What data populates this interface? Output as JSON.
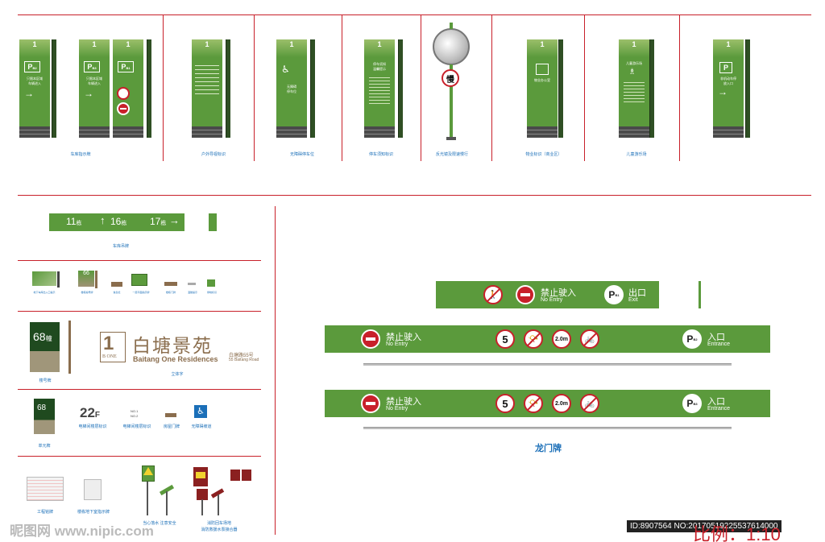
{
  "top_row": {
    "captions": [
      "车库指示牌",
      "户外导视标识",
      "无障碍停车位",
      "停车须知标识",
      "反光镜及限速慢行",
      "物业标识（商业区）",
      "儿童游乐场"
    ],
    "tower_number": "1",
    "p1": {
      "tag": "P",
      "sub": "B2",
      "line1": "只限本区域",
      "line2": "车辆进入"
    },
    "p2": {
      "tag": "P",
      "sub": "B3",
      "line1": "只限本区域",
      "line2": "车辆进入"
    },
    "p3": {
      "tag": "P",
      "sub": "B1"
    },
    "slow": "慢",
    "accessible_line1": "无障碍",
    "accessible_line2": "停车位",
    "notice_title": "停车须知",
    "notice_sub": "温馨提示",
    "property_label": "物业办公室",
    "kids_label": "儿童游乐场",
    "parking_label1": "非机动车停",
    "parking_label2": "放入口"
  },
  "floor_strip": {
    "items": [
      {
        "num": "11",
        "unit": "栋"
      },
      {
        "num": "16",
        "unit": "栋"
      },
      {
        "num": "17",
        "unit": "栋"
      }
    ],
    "caption": "车库吊牌"
  },
  "building": {
    "number": "68",
    "unit": "幢",
    "caption": "楼号牌",
    "unit_number": "68",
    "unit_caption": "单元牌"
  },
  "brand": {
    "chinese": "白塘景苑",
    "english": "Baitang One Residences",
    "address_cn": "白塘路55号",
    "address_en": "55 Baitang Road",
    "logo_letters": "B ONE",
    "caption": "立体字"
  },
  "floor_signs": {
    "floor": "22",
    "floor_unit": "F",
    "floor_caption": "电梯间楼层标识",
    "no_caption": "电梯间楼层标识",
    "no1": "NO.1",
    "no2": "NO.2",
    "door_caption": "房屋门牌",
    "access_caption": "无障碍坡道"
  },
  "bottom_left": {
    "board_caption": "工程铭牌",
    "plan_caption": "楼栋地下室指示牌",
    "warn_caption1": "当心落水 注意安全",
    "fire_caption1": "消防回车场地",
    "fire_caption2": "消防救援水泵接合器"
  },
  "small_signs_row": {
    "captions": [
      "地下车库出入口提示",
      "楼栋编号牌",
      "信息栏",
      "一层平面指示牌",
      "楼栋门牌",
      "温馨提示",
      "绿地标识"
    ],
    "tower_number": "66"
  },
  "gantry": {
    "top": {
      "no_entry": "禁止驶入",
      "no_entry_en": "No Entry",
      "p_sub": "B1",
      "exit_cn": "出口",
      "exit_en": "Exit"
    },
    "mid": {
      "no_entry": "禁止驶入",
      "no_entry_en": "No Entry",
      "speed": "5",
      "height": "2.0m",
      "p_sub": "B2",
      "entry_cn": "入口",
      "entry_en": "Entrance"
    },
    "low": {
      "no_entry": "禁止驶入",
      "no_entry_en": "No Entry",
      "speed": "5",
      "height": "2.0m",
      "p_sub": "B3",
      "entry_cn": "入口",
      "entry_en": "Entrance"
    },
    "caption": "龙门牌"
  },
  "watermark": "昵图网 www.nipic.com",
  "image_id": "ID:8907564 NO:20170519225537614000",
  "scale_label": "比例：1:10",
  "colors": {
    "green": "#5b9a3c",
    "dark_green": "#2f4f24",
    "red": "#c8202a",
    "caption_blue": "#1b6fb8"
  }
}
